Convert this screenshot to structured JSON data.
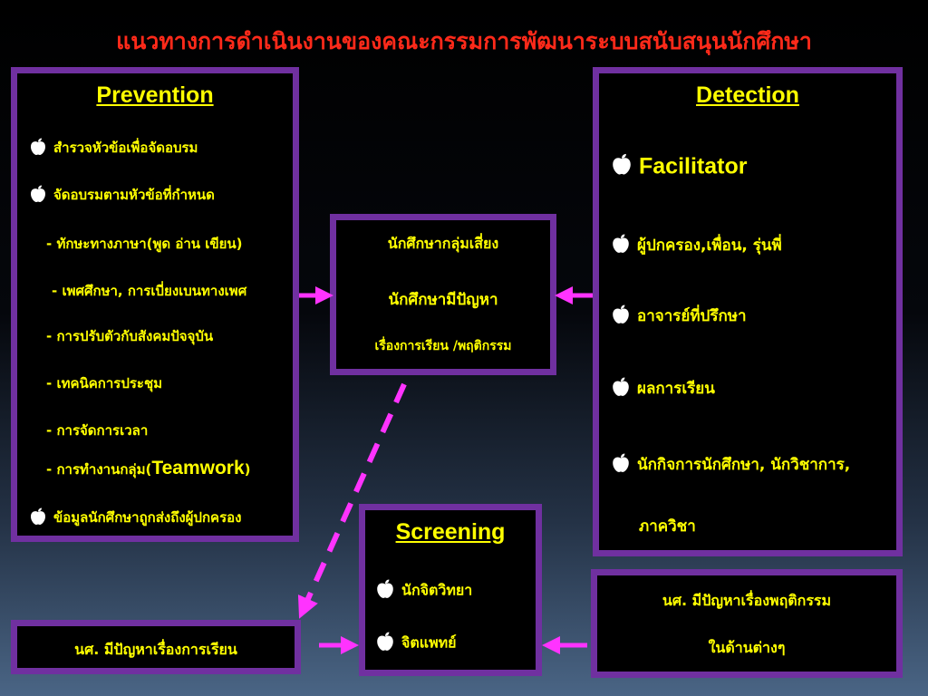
{
  "title": "แนวทางการดำเนินงานของคณะกรรมการพัฒนาระบบสนับสนุนนักศึกษา",
  "prevention": {
    "heading": "Prevention",
    "items": [
      {
        "text": "สำรวจหัวข้อเพื่อจัดอบรม",
        "bullet": "apple-icon"
      },
      {
        "text": "จัดอบรมตามหัวข้อที่กำหนด",
        "bullet": "apple-icon"
      },
      {
        "text": "- ทักษะทางภาษา(พูด อ่าน เขียน)"
      },
      {
        "text": "- เพศศึกษา, การเบี่ยงเบนทางเพศ"
      },
      {
        "text": "- การปรับตัวกับสังคมปัจจุบัน"
      },
      {
        "text": "- เทคนิคการประชุม"
      },
      {
        "text": "- การจัดการเวลา"
      },
      {
        "text_prefix": "- การทำงานกลุ่ม(",
        "text_big": "Teamwork",
        "text_suffix": ")"
      },
      {
        "text": "ข้อมูลนักศึกษาถูกส่งถึงผู้ปกครอง",
        "bullet": "apple-icon"
      }
    ]
  },
  "risk": {
    "line1": "นักศึกษากลุ่มเสี่ยง",
    "line2": "นักศึกษามีปัญหา",
    "line3": "เรื่องการเรียน /พฤติกรรม"
  },
  "detection": {
    "heading": "Detection",
    "items": [
      {
        "text": "Facilitator",
        "bullet": "apple-icon"
      },
      {
        "text": "ผู้ปกครอง,เพื่อน, รุ่นพี่",
        "bullet": "apple-icon"
      },
      {
        "text": "อาจารย์ที่ปรึกษา",
        "bullet": "apple-icon"
      },
      {
        "text": "ผลการเรียน",
        "bullet": "apple-icon"
      },
      {
        "text": "นักกิจการนักศึกษา, นักวิชาการ,",
        "bullet": "apple-icon"
      },
      {
        "text": "ภาควิชา"
      }
    ]
  },
  "screening": {
    "heading": "Screening",
    "items": [
      {
        "text": "นักจิตวิทยา",
        "bullet": "apple-icon"
      },
      {
        "text": "จิตแพทย์",
        "bullet": "apple-icon"
      }
    ]
  },
  "learning_box": {
    "text": "นศ. มีปัญหาเรื่องการเรียน"
  },
  "behavior_box": {
    "line1": "นศ. มีปัญหาเรื่องพฤติกรรม",
    "line2": "ในด้านต่างๆ"
  },
  "colors": {
    "border": "#7030a0",
    "text": "#ffff00",
    "title": "#ff2a1a",
    "arrow": "#ff33ff"
  }
}
